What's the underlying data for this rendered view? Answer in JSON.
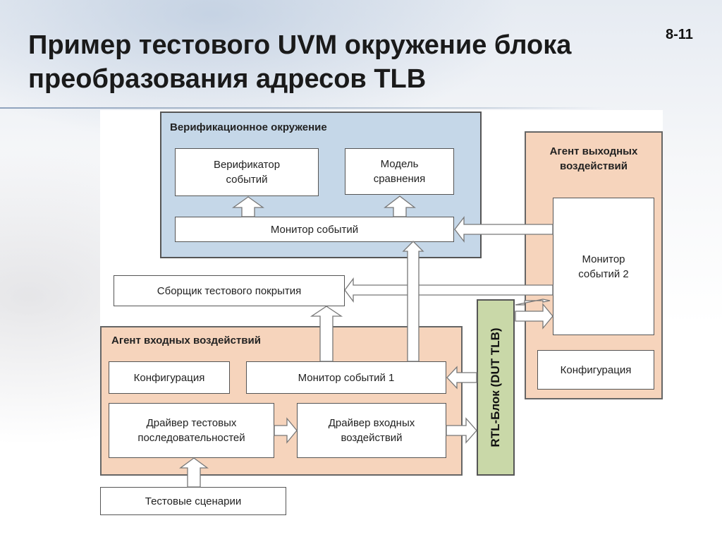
{
  "slide": {
    "title_line1": "Пример тестового UVM окружение блока",
    "title_line2": "преобразования адресов TLB",
    "page_number": "8-11"
  },
  "diagram": {
    "verification_env": {
      "label": "Верификационное окружение",
      "event_verifier": "Верификатор событий",
      "comparison_model": "Модель сравнения",
      "event_monitor": "Монитор событий"
    },
    "coverage_collector": "Сборщик тестового покрытия",
    "input_agent": {
      "label": "Агент входных воздействий",
      "configuration": "Конфигурация",
      "event_monitor_1": "Монитор событий 1",
      "sequence_driver": "Драйвер тестовых последовательностей",
      "input_driver": "Драйвер входных воздействий"
    },
    "output_agent": {
      "label": "Агент выходных воздействий",
      "event_monitor_2": "Монитор событий 2",
      "configuration": "Конфигурация"
    },
    "rtl_block": "RTL-Блок (DUT TLB)",
    "test_scenarios": "Тестовые сценарии"
  },
  "colors": {
    "verification_env_fill": "#c5d7e8",
    "agent_fill": "#f6d4bc",
    "rtl_fill": "#c9d8a8"
  }
}
